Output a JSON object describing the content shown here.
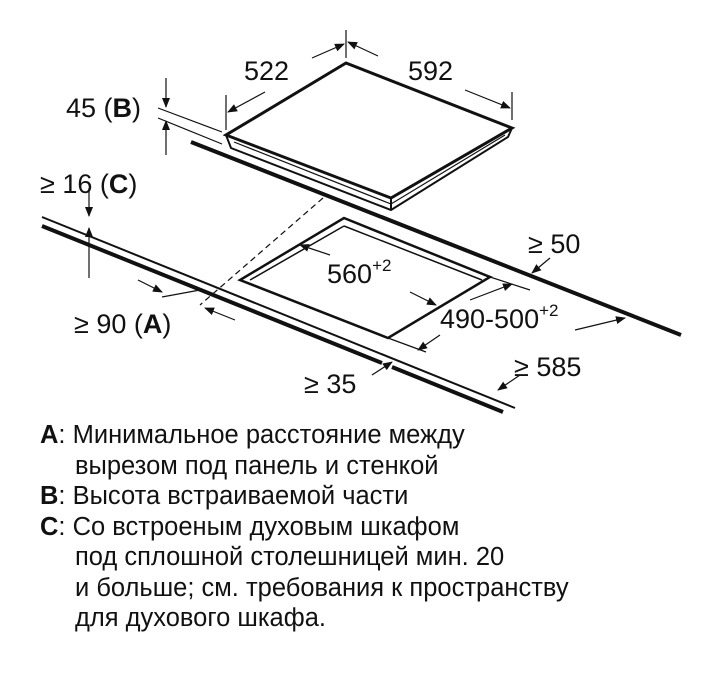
{
  "dimensions": {
    "hob_depth": "522",
    "hob_width": "592",
    "built_in_height": "45",
    "built_in_height_ref": "B",
    "worktop_thickness": "≥ 16",
    "worktop_thickness_ref": "C",
    "cutout_width": "560",
    "cutout_width_tol": "+2",
    "cutout_depth": "490-500",
    "cutout_depth_tol": "+2",
    "rear_gap": "≥ 50",
    "wall_distance": "≥ 90",
    "wall_distance_ref": "A",
    "worktop_depth": "≥ 585",
    "front_gap": "≥ 35"
  },
  "legend": [
    {
      "key": "A",
      "lines": [
        "Минимальное расстояние между",
        "вырезом под панель и стенкой"
      ]
    },
    {
      "key": "B",
      "lines": [
        "Высота встраиваемой части"
      ]
    },
    {
      "key": "C",
      "lines": [
        "Со встроеным духовым шкафом",
        "под сплошной столешницей мин. 20",
        "и больше; см. требования к пространству",
        "для духового шкафа."
      ]
    }
  ]
}
